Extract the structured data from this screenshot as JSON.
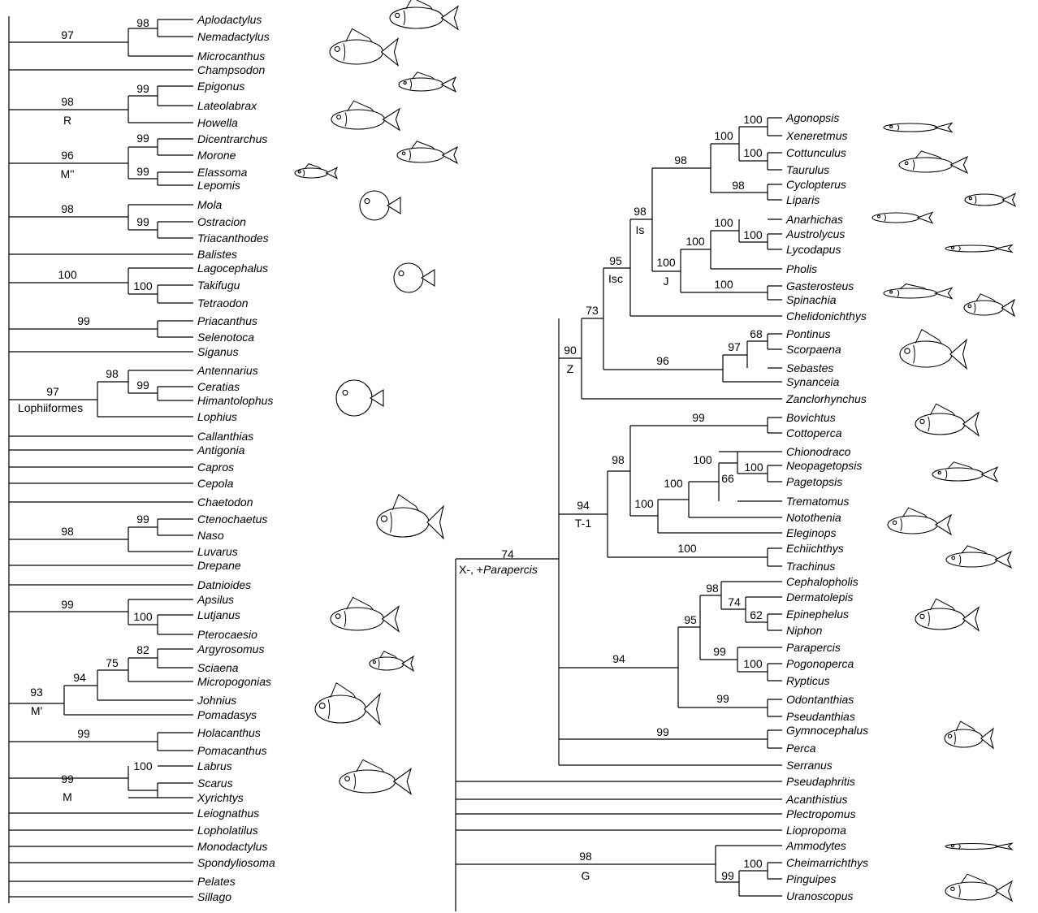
{
  "left_panel": {
    "taxa": [
      "Aplodactylus",
      "Nemadactylus",
      "Microcanthus",
      "Champsodon",
      "Epigonus",
      "Lateolabrax",
      "Howella",
      "Dicentrarchus",
      "Morone",
      "Elassoma",
      "Lepomis",
      "Mola",
      "Ostracion",
      "Triacanthodes",
      "Balistes",
      "Lagocephalus",
      "Takifugu",
      "Tetraodon",
      "Priacanthus",
      "Selenotoca",
      "Siganus",
      "Antennarius",
      "Ceratias",
      "Himantolophus",
      "Lophius",
      "Callanthias",
      "Antigonia",
      "Capros",
      "Cepola",
      "Chaetodon",
      "Ctenochaetus",
      "Naso",
      "Luvarus",
      "Drepane",
      "Datnioides",
      "Apsilus",
      "Lutjanus",
      "Pterocaesio",
      "Argyrosomus",
      "Sciaena",
      "Micropogonias",
      "Johnius",
      "Pomadasys",
      "Holacanthus",
      "Pomacanthus",
      "Labrus",
      "Scarus",
      "Xyrichtys",
      "Leiognathus",
      "Lopholatilus",
      "Monodactylus",
      "Spondyliosoma",
      "Pelates",
      "Sillago"
    ],
    "support": {
      "aplo_nema": "98",
      "aplo_micro": "97",
      "epig_late": "99",
      "epig_how": "98",
      "dic_mor": "99",
      "ela_lep": "99",
      "dic_ela": "96",
      "ost_tria": "99",
      "mola_grp": "98",
      "taki_tet": "100",
      "lago_grp": "100",
      "pria_sel": "99",
      "cer_him": "99",
      "ant_grp": "98",
      "loph_grp": "97",
      "cte_naso": "99",
      "cte_grp": "98",
      "lut_pte": "100",
      "aps_grp": "99",
      "arg_sci": "82",
      "arg_mic": "75",
      "arg_joh": "94",
      "arg_pom": "93",
      "hol_pom": "99",
      "sca_xyr": "100",
      "lab_grp": "99"
    },
    "clades": {
      "R": "R",
      "M2": "M''",
      "loph": "Lophiiformes",
      "M1": "M'",
      "M": "M"
    }
  },
  "right_panel": {
    "taxa": [
      "Agonopsis",
      "Xeneretmus",
      "Cottunculus",
      "Taurulus",
      "Cyclopterus",
      "Liparis",
      "Anarhichas",
      "Austrolycus",
      "Lycodapus",
      "Pholis",
      "Gasterosteus",
      "Spinachia",
      "Chelidonichthys",
      "Pontinus",
      "Scorpaena",
      "Sebastes",
      "Synanceia",
      "Zanclorhynchus",
      "Bovichtus",
      "Cottoperca",
      "Chionodraco",
      "Neopagetopsis",
      "Pagetopsis",
      "Trematomus",
      "Notothenia",
      "Eleginops",
      "Echiichthys",
      "Trachinus",
      "Cephalopholis",
      "Dermatolepis",
      "Epinephelus",
      "Niphon",
      "Parapercis",
      "Pogonoperca",
      "Rypticus",
      "Odontanthias",
      "Pseudanthias",
      "Gymnocephalus",
      "Perca",
      "Serranus",
      "Pseudaphritis",
      "Acanthistius",
      "Plectropomus",
      "Liopropoma",
      "Ammodytes",
      "Cheimarrichthys",
      "Pinguipes",
      "Uranoscopus"
    ],
    "support": {
      "ago_xen": "100",
      "cott_tau": "100",
      "ago_cott": "100",
      "cyc_lip": "98",
      "ago_cyc": "98",
      "aus_lyc": "100",
      "ana_aus": "100",
      "ana_pho": "100",
      "gas_spi": "100",
      "J": "100",
      "Is": "98",
      "Isc": "95",
      "pon_sco": "68",
      "pon_seb": "97",
      "pon_syn": "96",
      "isc_pon": "73",
      "Z": "90",
      "bov_cot": "99",
      "neo_pag": "100",
      "chi_neo": "66",
      "chi_tre": "100",
      "chi_not": "100",
      "chi_grp": "100",
      "noto_grp": "98",
      "ech_tra": "100",
      "T1": "94",
      "epi_nip": "62",
      "der_epi": "74",
      "cep_der": "98",
      "pog_ryp": "100",
      "par_pog": "99",
      "cep_par": "95",
      "odo_pse": "99",
      "cep_odo": "94",
      "gym_per": "99",
      "X": "74",
      "che_pin": "100",
      "che_ura": "99",
      "amm_grp": "98"
    },
    "clades": {
      "Is": "Is",
      "Isc": "Isc",
      "J": "J",
      "Z": "Z",
      "T1": "T-1",
      "X_prefix": "X-, +",
      "X_taxon": "Parapercis",
      "G": "G"
    }
  },
  "illustrations": [
    "fish-aplodactylus",
    "fish-microcanthus",
    "fish-epigonus",
    "fish-howella",
    "fish-morone",
    "fish-elassoma",
    "fish-mola",
    "fish-tetraodon",
    "fish-lophius",
    "fish-naso",
    "fish-lutjanus",
    "fish-sciaenid-pair",
    "fish-pomadasys",
    "fish-labrid",
    "fish-agonid",
    "fish-cottid",
    "fish-liparis",
    "fish-anarhichas",
    "fish-lycodapus",
    "fish-gasterosteus",
    "fish-chelidonichthys",
    "fish-scorpaena",
    "fish-bovichtus",
    "fish-icefish",
    "fish-notothenia",
    "fish-trachinus",
    "fish-epinephelus",
    "fish-perca",
    "fish-ammodytes",
    "fish-uranoscopus"
  ]
}
